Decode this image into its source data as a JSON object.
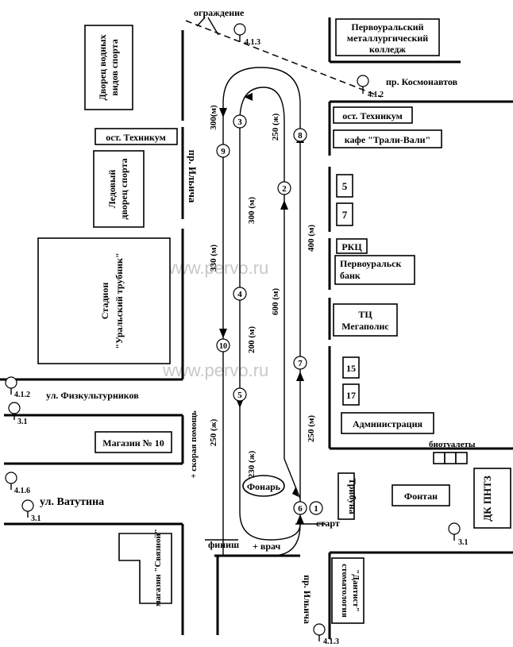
{
  "watermark": "www.pervo.ru",
  "labels": {
    "fence": "ограждение",
    "college": [
      "Первоуральский",
      "металлургический",
      "колледж"
    ],
    "kosmonavtov": "пр. Космонавтов",
    "water_palace": [
      "Дворец водных",
      "видов спорта"
    ],
    "stop_left": "ост. Техникум",
    "stop_right": "ост. Техникум",
    "cafe": "кафе \"Трали-Вали\"",
    "ice_palace": [
      "Ледовый",
      "дворец спорта"
    ],
    "ilyicha_top": "пр. Ильича",
    "stadium": [
      "Стадион",
      "\"Уральский трубник\""
    ],
    "bldg5": "5",
    "bldg7": "7",
    "rkc": "РКЦ",
    "bank": [
      "Первоуральск",
      "банк"
    ],
    "megapolis": [
      "ТЦ",
      "Мегаполис"
    ],
    "bldg15": "15",
    "bldg17": "17",
    "administration": "Администрация",
    "fizkult": "ул. Физкультурников",
    "shop10": "Магазин № 10",
    "ambulance": "+ скорая помощь",
    "vatutina": "ул. Ватутина",
    "toilets": "биотуалеты",
    "tribune": "Трибуна",
    "fountain": "Фонтан",
    "dk": "ДК ПНТЗ",
    "lantern": "Фонарь",
    "start": "старт",
    "finish": "финиш",
    "doctor": "+ врач",
    "svyaznoy": "магазин \"Связной\"",
    "dentist": [
      "стоматология",
      "\"Дантист\""
    ],
    "ilyicha_bottom": "пр. Ильича"
  },
  "signs": [
    "4.1.3",
    "4.1.2",
    "4.1.2",
    "3.1",
    "4.1.6",
    "3.1",
    "3.1",
    "4.1.3"
  ],
  "segments": [
    "300(м)",
    "250 (ж)",
    "300 (м)",
    "330 (м)",
    "400 (м)",
    "600 (м)",
    "200 (м)",
    "250 (ж)",
    "230 (ж)",
    "250 (м)"
  ],
  "checkpoints": [
    "1",
    "2",
    "3",
    "4",
    "5",
    "6",
    "7",
    "8",
    "9",
    "10"
  ]
}
